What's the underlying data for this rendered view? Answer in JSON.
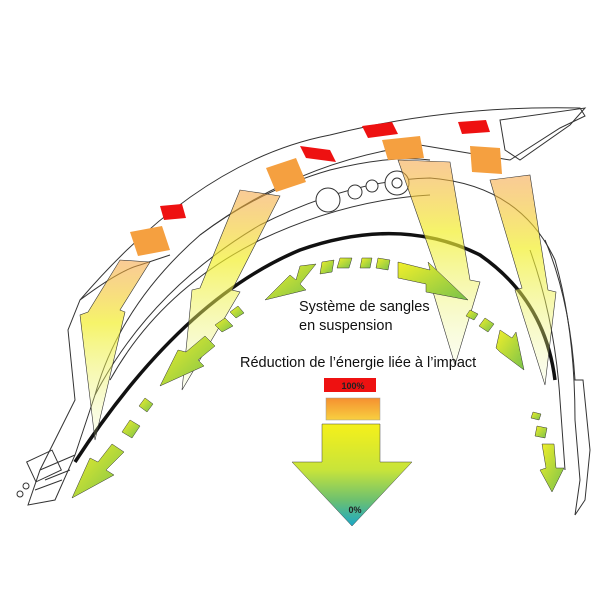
{
  "labels": {
    "system_line1": "Système de sangles",
    "system_line2": "en suspension",
    "reduction": "Réduction de l’énergie liée à l’impact",
    "pct_top": "100%",
    "pct_bottom": "0%"
  },
  "colors": {
    "impact_red": "#ee1111",
    "impact_orange": "#f5a040",
    "arrow_yellow": "#f2ef2a",
    "arrow_green": "#78c24a",
    "arrow_blue": "#1aa8c8",
    "outline": "#333333",
    "strap": "#111111"
  },
  "icons": [
    "helmet-shell-outline",
    "suspension-strap",
    "energy-arrow",
    "gradient-legend-arrow"
  ]
}
